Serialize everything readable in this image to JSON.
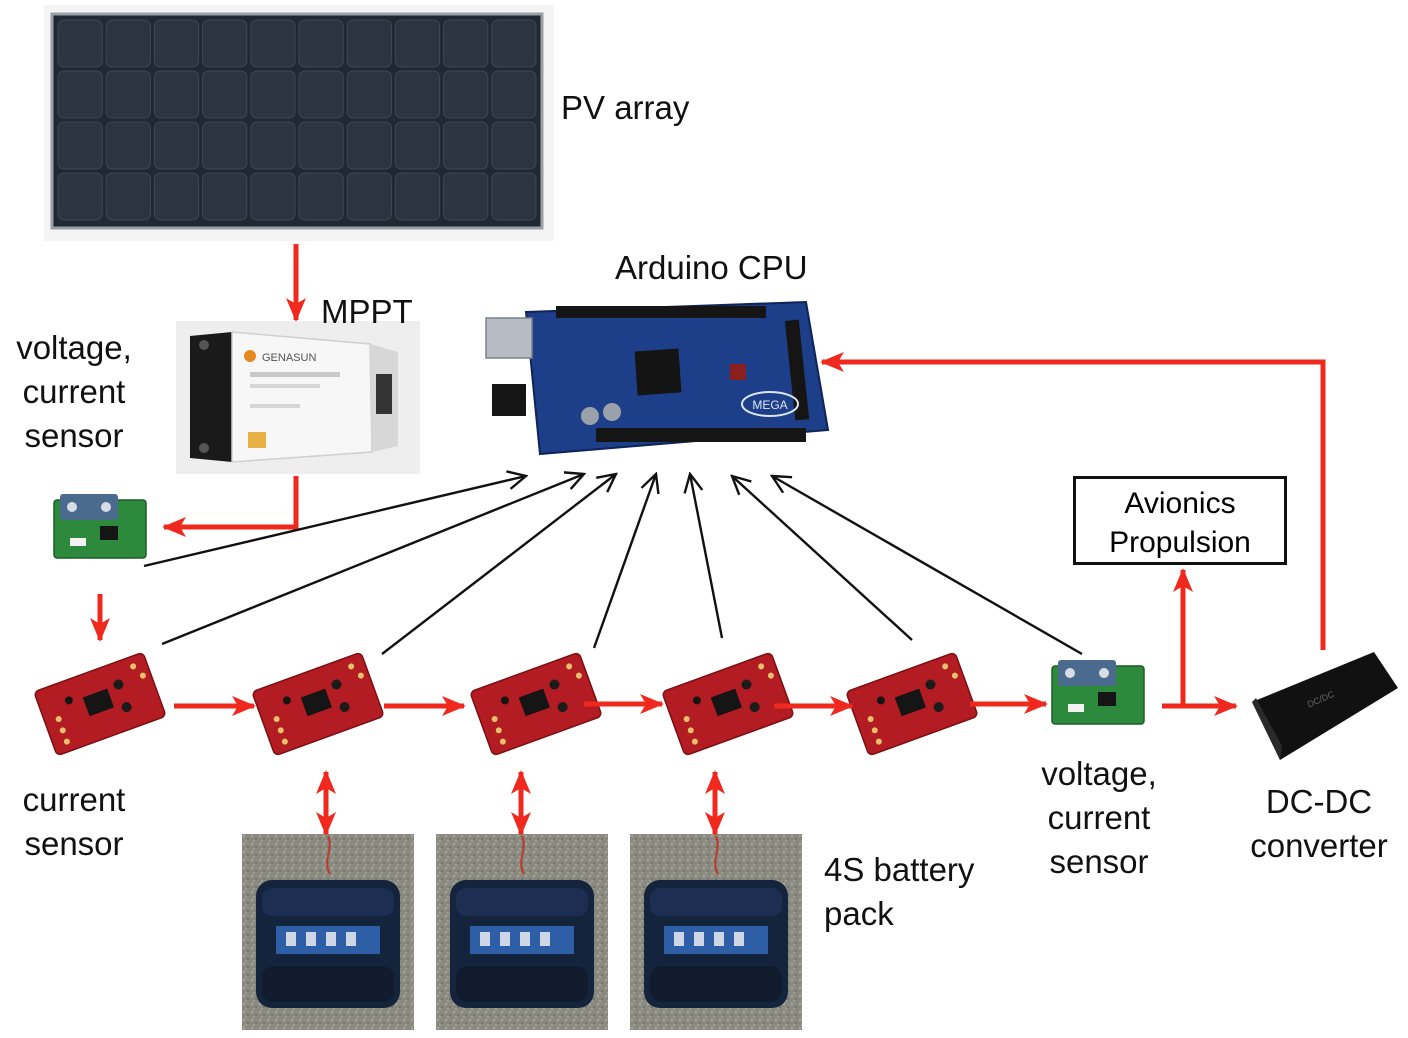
{
  "labels": {
    "pv_array": "PV array",
    "arduino": "Arduino CPU",
    "mppt": "MPPT",
    "vc_sensor_left": [
      "voltage,",
      "current",
      "sensor"
    ],
    "current_sensor": [
      "current",
      "sensor"
    ],
    "battery_pack": [
      "4S battery",
      "pack"
    ],
    "vc_sensor_right": [
      "voltage,",
      "current",
      "sensor"
    ],
    "dcdc": [
      "DC-DC",
      "converter"
    ],
    "loads": [
      "Avionics",
      "Propulsion"
    ]
  },
  "colors": {
    "power_arrow": "#f0291e",
    "signal_arrow": "#111111",
    "pv_panel": "#1f2833",
    "arduino_board": "#1d3f8a",
    "current_sensor_board": "#b31c22",
    "vc_sensor_board": "#2d8a3c",
    "battery": "#15243d",
    "dcdc_body": "#111111"
  },
  "arduino_board_text": "MEGA",
  "mppt_brand_text": "GENASUN"
}
